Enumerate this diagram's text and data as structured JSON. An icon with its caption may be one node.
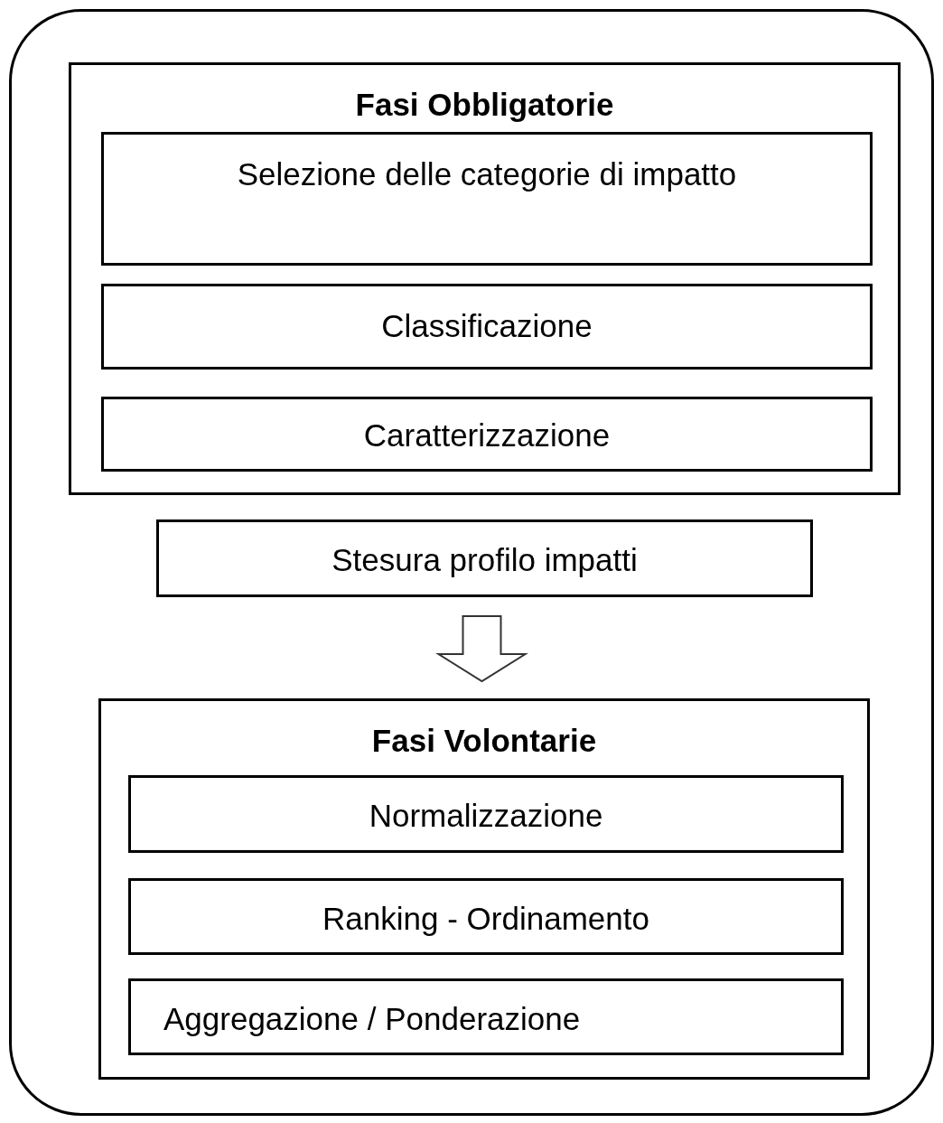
{
  "diagram": {
    "nodes": [
      {
        "text": [],
        "shape": "box"
      },
      {
        "text": [
          "Fasi Obbligatorie"
        ],
        "in": 0
      },
      {
        "text": [
          "Selezione delle categorie di impatto"
        ],
        "in": 1
      },
      {
        "text": [
          "Classificazione"
        ],
        "in": 1
      },
      {
        "text": [
          "Caratterizzazione"
        ],
        "in": 1
      },
      {
        "text": [
          "Stesura profilo impatti"
        ],
        "in": 0
      },
      {
        "text": [
          "Fasi Volontarie"
        ],
        "in": 0
      },
      {
        "text": [
          "Normalizzazione"
        ],
        "in": 6
      },
      {
        "text": [
          "Ranking - Ordinamento"
        ],
        "in": 6
      },
      {
        "text": [
          "Aggregazione / Ponderazione"
        ],
        "in": 6
      }
    ],
    "edges": [
      {
        "from": 5,
        "to": 6,
        "arrow": "to"
      }
    ]
  }
}
